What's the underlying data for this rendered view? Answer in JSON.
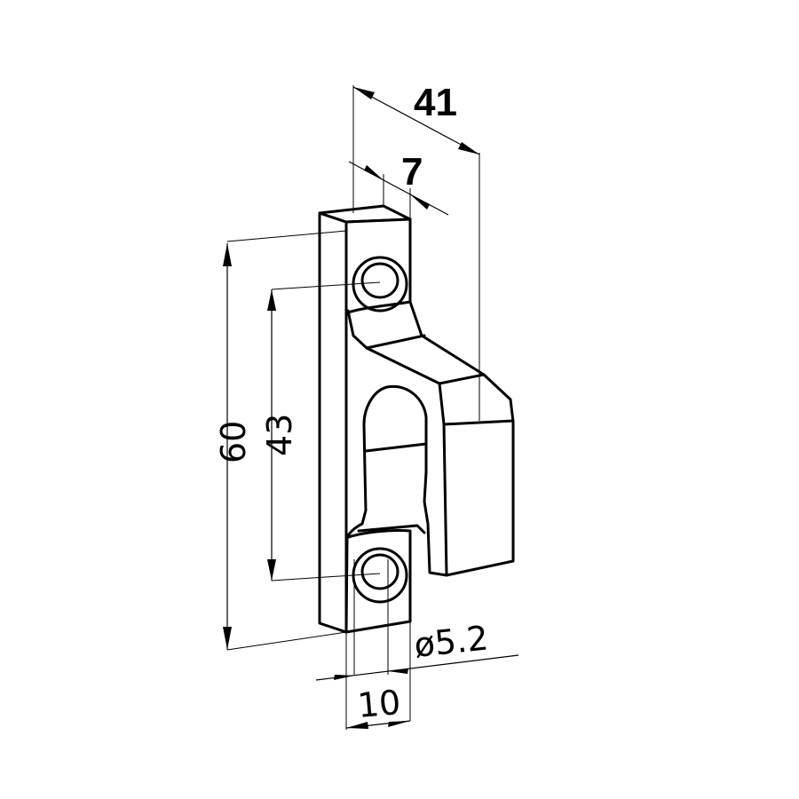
{
  "drawing": {
    "dimensions": {
      "overall_width": "41",
      "thickness": "7",
      "overall_height": "60",
      "hole_spacing": "43",
      "hole_diameter": "ø5.2",
      "tab_width": "10"
    }
  }
}
